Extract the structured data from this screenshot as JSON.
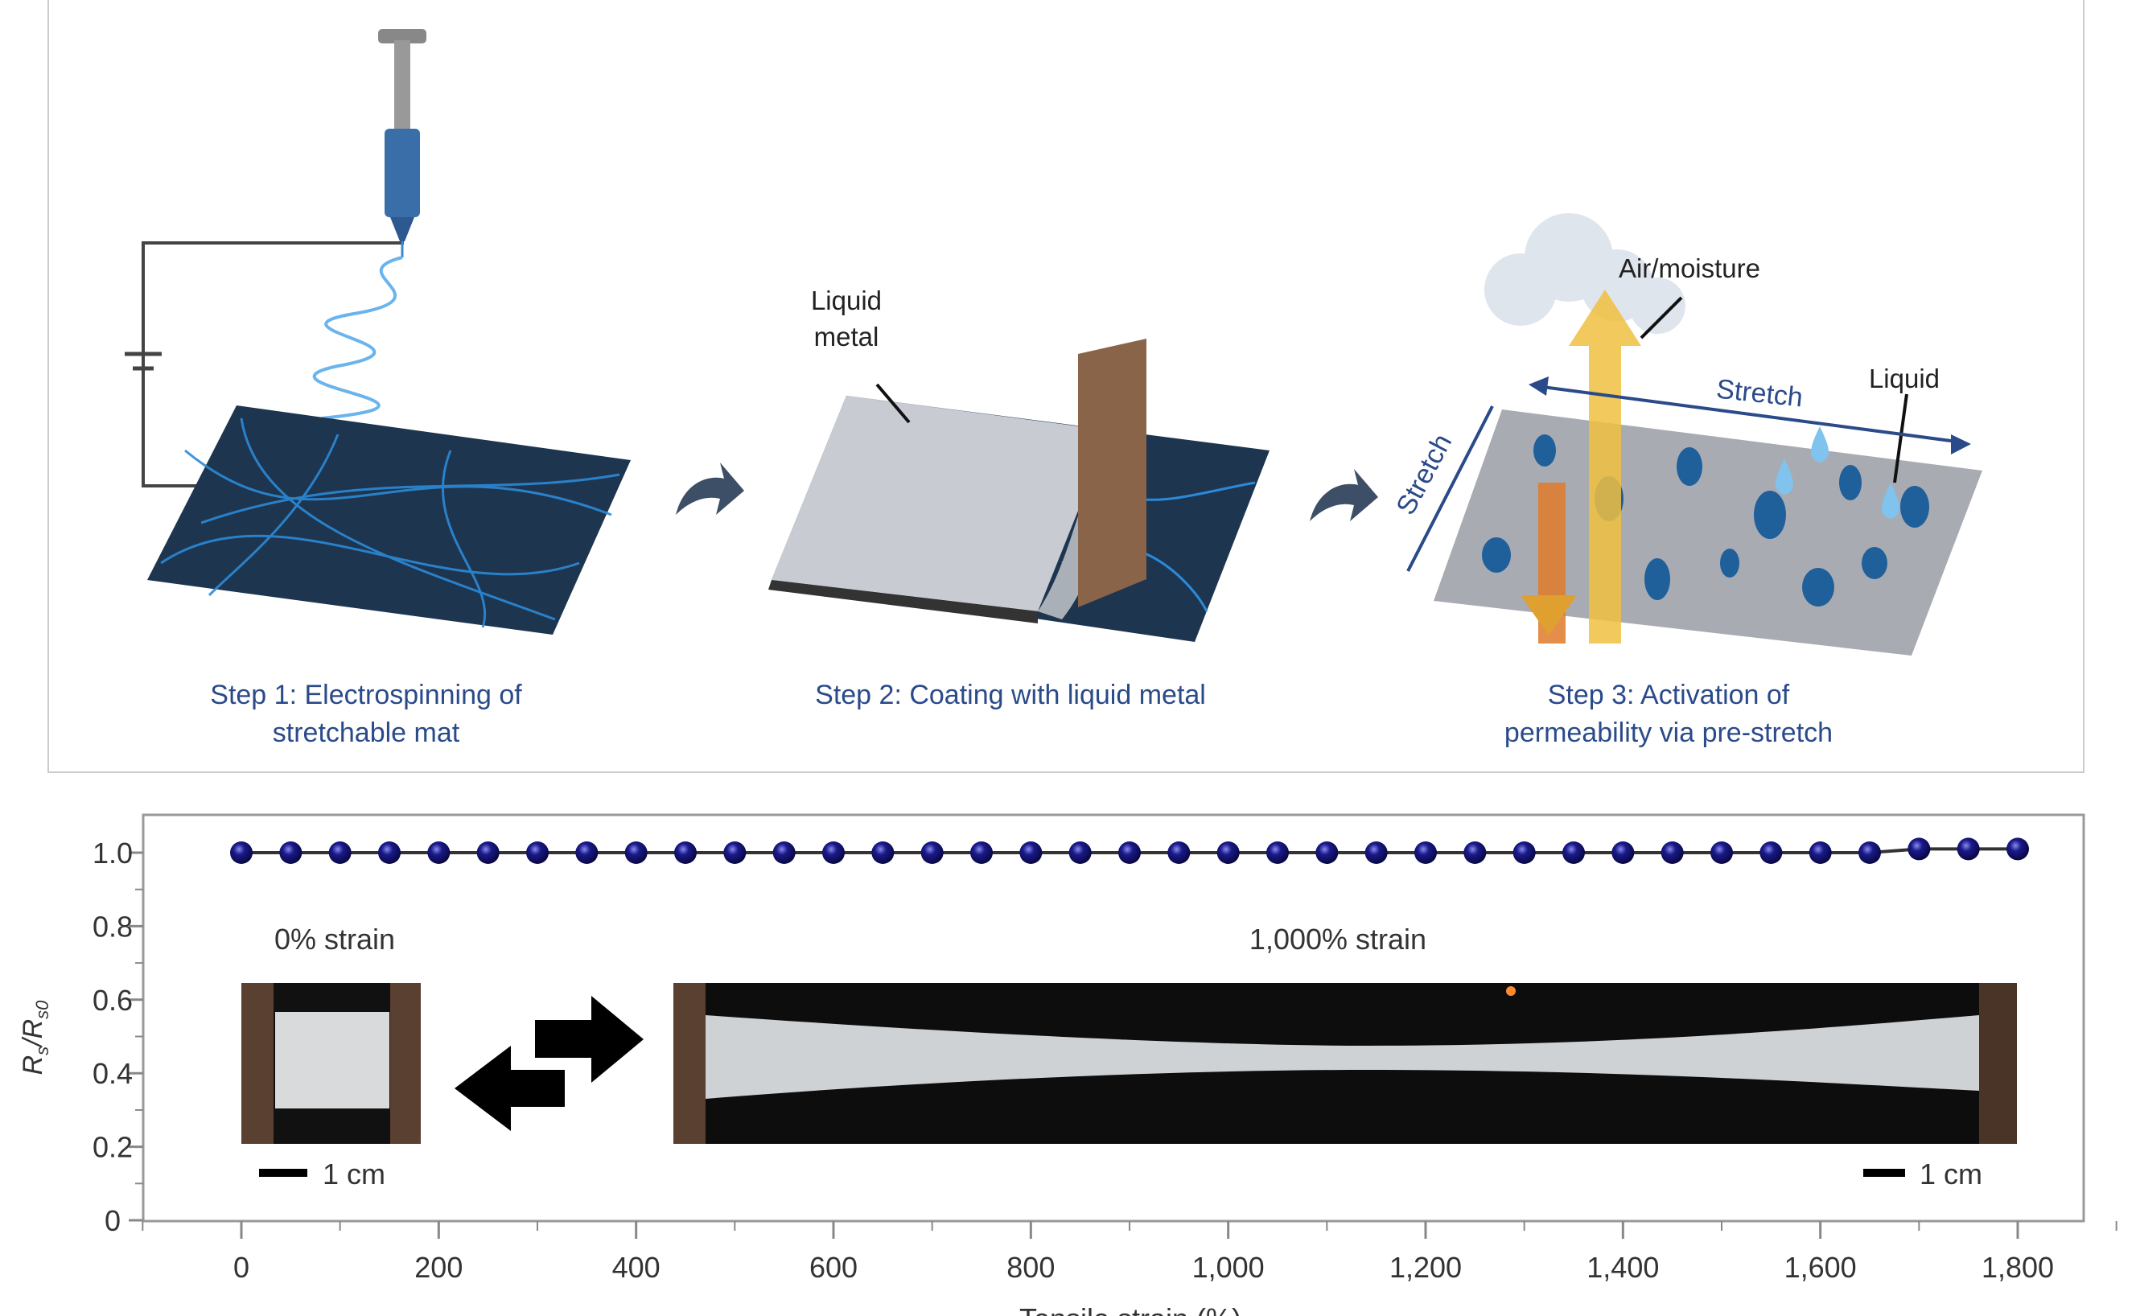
{
  "schematic": {
    "step1_line1": "Step 1: Electrospinning of",
    "step1_line2": "stretchable mat",
    "step2": "Step 2: Coating with liquid metal",
    "step3_line1": "Step 3: Activation of",
    "step3_line2": "permeability via pre-stretch",
    "liquid_metal_line1": "Liquid",
    "liquid_metal_line2": "metal",
    "air_moisture": "Air/moisture",
    "stretch_horizontal": "Stretch",
    "stretch_diagonal": "Stretch",
    "liquid": "Liquid",
    "colors": {
      "label": "#2a4a8a",
      "fiber": "#2b8ad8",
      "mat": "#1e3550"
    }
  },
  "chart_data": {
    "type": "scatter",
    "xlabel": "Tensile strain (%)",
    "ylabel_main": "R",
    "ylabel_sub1": "s",
    "ylabel_sep": "/",
    "ylabel_sub2": "s0",
    "xlim": [
      -130,
      1880
    ],
    "ylim": [
      0,
      1.05
    ],
    "xticks": [
      0,
      200,
      400,
      600,
      800,
      1000,
      1200,
      1400,
      1600,
      1800
    ],
    "xtick_labels": [
      "0",
      "200",
      "400",
      "600",
      "800",
      "1,000",
      "1,200",
      "1,400",
      "1,600",
      "1,800"
    ],
    "yticks": [
      0,
      0.2,
      0.4,
      0.6,
      0.8,
      1.0
    ],
    "ytick_labels": [
      "0",
      "0.2",
      "0.4",
      "0.6",
      "0.8",
      "1.0"
    ],
    "series": [
      {
        "name": "Rs/Rs0",
        "color": "#1a1a8a",
        "x": [
          0,
          50,
          100,
          150,
          200,
          250,
          300,
          350,
          400,
          450,
          500,
          550,
          600,
          650,
          700,
          750,
          800,
          850,
          900,
          950,
          1000,
          1050,
          1100,
          1150,
          1200,
          1250,
          1300,
          1350,
          1400,
          1450,
          1500,
          1550,
          1600,
          1650,
          1700,
          1750,
          1800
        ],
        "y": [
          1.0,
          1.0,
          1.0,
          1.0,
          1.0,
          1.0,
          1.0,
          1.0,
          1.0,
          1.0,
          1.0,
          1.0,
          1.0,
          1.0,
          1.0,
          1.0,
          1.0,
          1.0,
          1.0,
          1.0,
          1.0,
          1.0,
          1.0,
          1.0,
          1.0,
          1.0,
          1.0,
          1.0,
          1.0,
          1.0,
          1.0,
          1.0,
          1.0,
          1.0,
          1.01,
          1.01,
          1.01
        ]
      }
    ],
    "insets": {
      "left_label": "0% strain",
      "right_label": "1,000% strain",
      "left_scale": "1 cm",
      "right_scale": "1 cm"
    }
  }
}
